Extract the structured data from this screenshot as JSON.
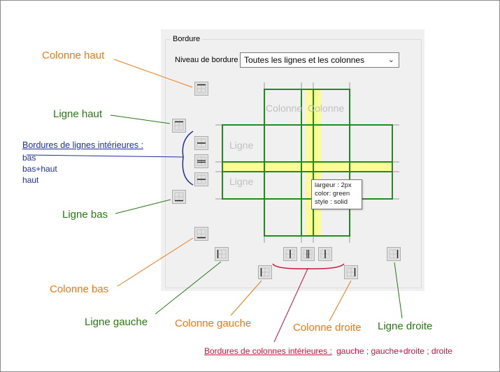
{
  "border_group": {
    "title": "Bordure",
    "level_label": "Niveau de bordure",
    "level_value": "Toutes les lignes et les colonnes"
  },
  "preview": {
    "header_left": "Colonne",
    "header_right": "Colonne",
    "row_top": "Ligne",
    "row_bottom": "Ligne",
    "highlight_color": "#ffff80",
    "border_color": "#1e8c1e"
  },
  "tooltip": {
    "width": "largeur : 2px",
    "color": "color: green",
    "style": "style : solid"
  },
  "annotations": {
    "colonne_haut": "Colonne haut",
    "ligne_haut": "Ligne haut",
    "inner_rows_title": "Bordures de lignes intérieures :",
    "inner_rows_items": [
      "bas",
      "bas+haut",
      "haut"
    ],
    "ligne_bas": "Ligne bas",
    "colonne_bas": "Colonne bas",
    "ligne_gauche": "Ligne gauche",
    "colonne_gauche": "Colonne gauche",
    "colonne_droite": "Colonne droite",
    "ligne_droite": "Ligne droite",
    "inner_cols_title": "Bordures de colonnes intérieures :",
    "inner_cols_items": "gauche ; gauche+droite ; droite"
  },
  "colors": {
    "orange": "#f07814",
    "green": "#287814",
    "blue": "#1e2ea0",
    "red": "#c8143c"
  }
}
